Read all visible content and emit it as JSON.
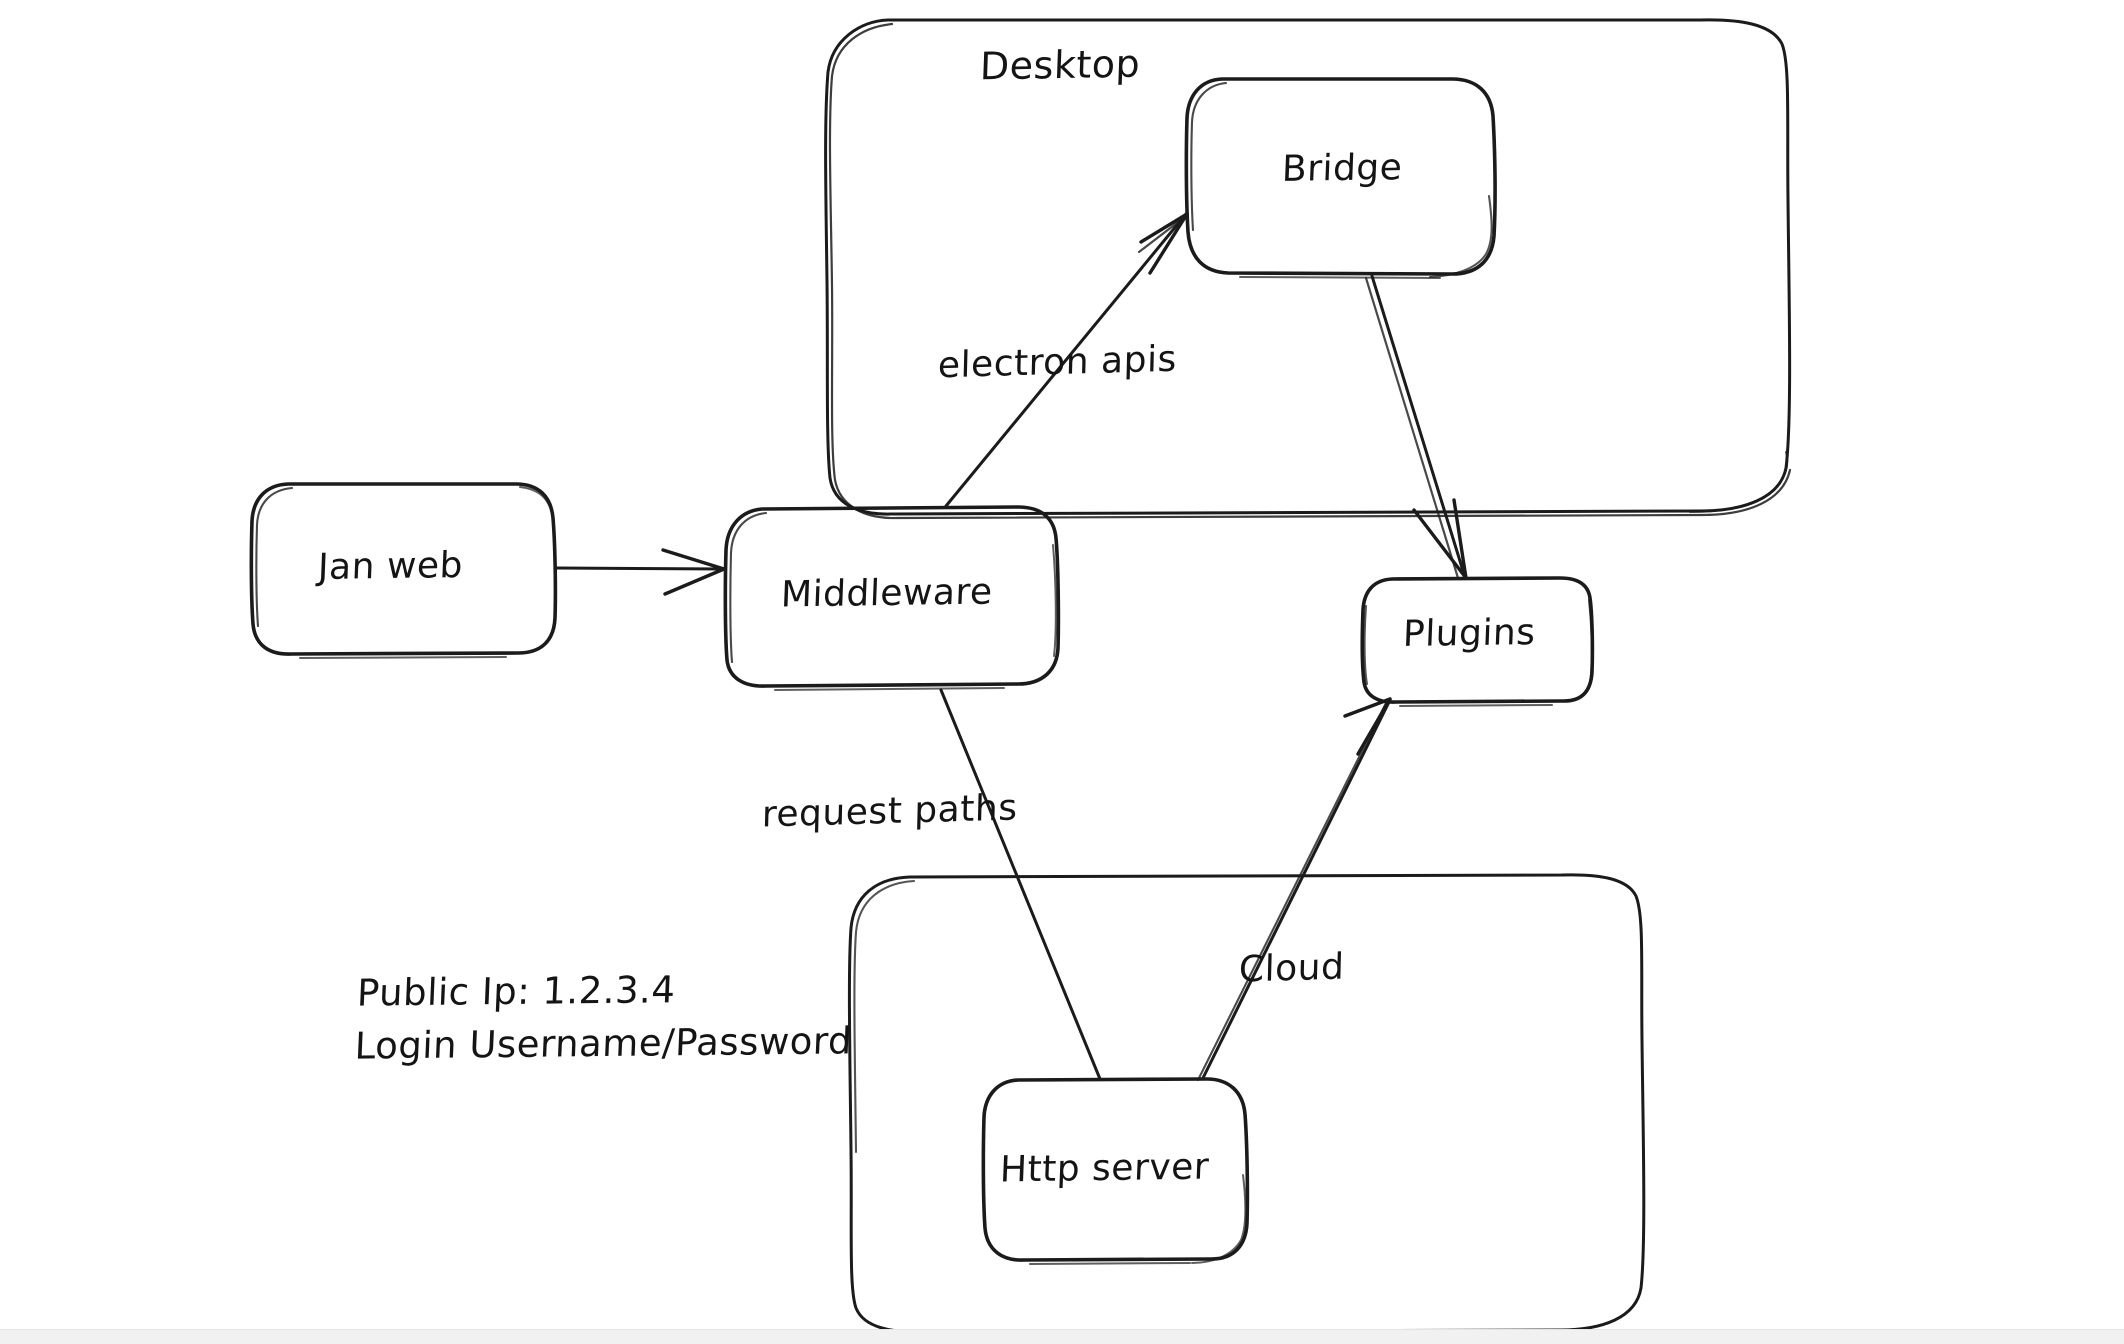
{
  "diagram": {
    "title": "Jan application architecture whiteboard sketch",
    "style": "hand-drawn",
    "background_color": "#ffffff",
    "stroke_color": "#1b1b1b",
    "groups": [
      {
        "id": "desktop",
        "label": "Desktop"
      },
      {
        "id": "cloud_group",
        "label": ""
      }
    ],
    "nodes": [
      {
        "id": "jan_web",
        "label": "Jan web"
      },
      {
        "id": "middleware",
        "label": "Middleware"
      },
      {
        "id": "bridge",
        "label": "Bridge"
      },
      {
        "id": "plugins",
        "label": "Plugins"
      },
      {
        "id": "http_server",
        "label": "Http server"
      }
    ],
    "edges": [
      {
        "id": "jan_to_middleware",
        "from": "jan_web",
        "to": "middleware",
        "label": ""
      },
      {
        "id": "middleware_to_bridge",
        "from": "middleware",
        "to": "bridge",
        "label": "electron apis"
      },
      {
        "id": "bridge_to_plugins",
        "from": "bridge",
        "to": "plugins",
        "label": ""
      },
      {
        "id": "http_to_middleware",
        "from": "http_server",
        "to": "middleware",
        "label": "request paths"
      },
      {
        "id": "http_to_plugins",
        "from": "http_server",
        "to": "plugins",
        "label": "Cloud"
      }
    ],
    "notes": {
      "public_ip": "Public Ip: 1.2.3.4",
      "login": "Login Username/Password"
    }
  }
}
